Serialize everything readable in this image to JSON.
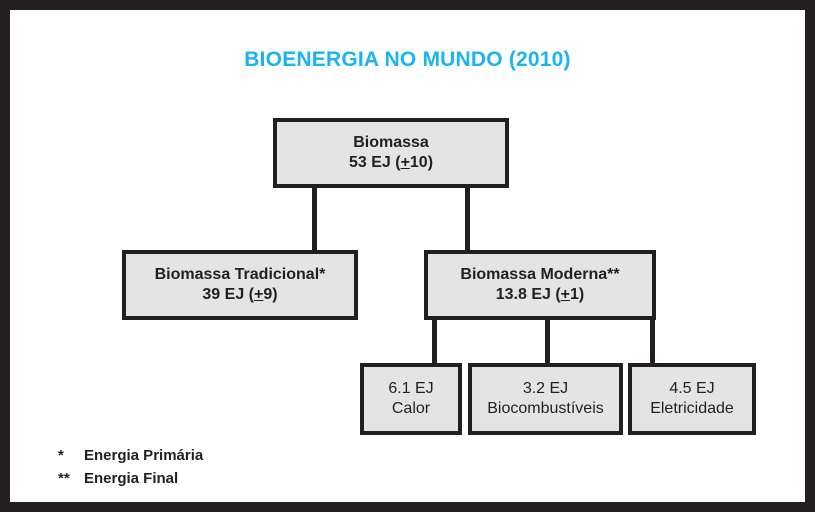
{
  "diagram": {
    "title": "BIOENERGIA NO MUNDO (2010)",
    "title_color": "#1ab4ef",
    "frame_color": "#231f20",
    "box_fill": "#e4e4e4",
    "box_border": "#231f20",
    "nodes": {
      "biomassa": {
        "label": "Biomassa",
        "value_prefix": "53 EJ (",
        "value_pm": "+",
        "value_suffix": "10)",
        "value_full": "53 EJ (±10)"
      },
      "tradicional": {
        "label": "Biomassa Tradicional*",
        "value_prefix": "39 EJ (",
        "value_pm": "+",
        "value_suffix": "9)",
        "value_full": "39 EJ (±9)"
      },
      "moderna": {
        "label": "Biomassa Moderna**",
        "value_prefix": "13.8 EJ (",
        "value_pm": "+",
        "value_suffix": "1)",
        "value_full": "13.8 EJ (±1)"
      },
      "calor": {
        "value": "6.1 EJ",
        "label": "Calor"
      },
      "biocombustiveis": {
        "value": "3.2 EJ",
        "label": "Biocombustíveis"
      },
      "eletricidade": {
        "value": "4.5 EJ",
        "label": "Eletricidade"
      }
    },
    "footnotes": [
      {
        "mark": "*",
        "text": "Energia Primária"
      },
      {
        "mark": "**",
        "text": "Energia Final"
      }
    ]
  },
  "chart_data": {
    "type": "diagram",
    "title": "BIOENERGIA NO MUNDO (2010)",
    "unit": "EJ",
    "nodes": [
      {
        "id": "biomassa",
        "name": "Biomassa",
        "value": 53,
        "uncertainty": 10,
        "level": 0,
        "parent": null
      },
      {
        "id": "tradicional",
        "name": "Biomassa Tradicional*",
        "value": 39,
        "uncertainty": 9,
        "level": 1,
        "parent": "biomassa"
      },
      {
        "id": "moderna",
        "name": "Biomassa Moderna**",
        "value": 13.8,
        "uncertainty": 1,
        "level": 1,
        "parent": "biomassa"
      },
      {
        "id": "calor",
        "name": "Calor",
        "value": 6.1,
        "uncertainty": null,
        "level": 2,
        "parent": "moderna"
      },
      {
        "id": "biocombustiveis",
        "name": "Biocombustíveis",
        "value": 3.2,
        "uncertainty": null,
        "level": 2,
        "parent": "moderna"
      },
      {
        "id": "eletricidade",
        "name": "Eletricidade",
        "value": 4.5,
        "uncertainty": null,
        "level": 2,
        "parent": "moderna"
      }
    ],
    "edges": [
      {
        "from": "biomassa",
        "to": "tradicional"
      },
      {
        "from": "biomassa",
        "to": "moderna"
      },
      {
        "from": "moderna",
        "to": "calor"
      },
      {
        "from": "moderna",
        "to": "biocombustiveis"
      },
      {
        "from": "moderna",
        "to": "eletricidade"
      }
    ],
    "annotations": [
      "* Energia Primária",
      "** Energia Final"
    ]
  }
}
